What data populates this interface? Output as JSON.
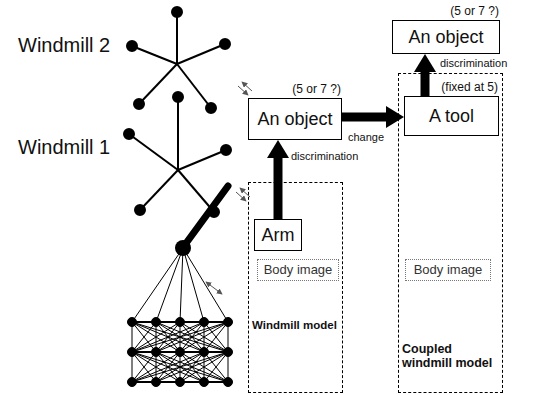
{
  "diagram": {
    "nodes": [
      {
        "text": [
          "(5 or 7 ?)",
          "An object"
        ]
      },
      {
        "text": [
          "Coupled windmill model"
        ]
      },
      {
        "text": [
          "(fixed at 5)",
          "A tool"
        ],
        "in": 1
      },
      {
        "text": [
          "(5 or 7 ?)",
          "An object"
        ]
      },
      {
        "text": [
          "Windmill model"
        ]
      },
      {
        "text": [
          "Arm"
        ],
        "in": 4
      },
      {
        "text": [
          "Body image"
        ],
        "in": 4
      },
      {
        "text": [
          "Body image"
        ],
        "in": 1
      }
    ],
    "edges": [
      {
        "from": 5,
        "to": 3,
        "arrow": "to",
        "label": "discrimination"
      },
      {
        "from": 3,
        "to": 2,
        "arrow": "to",
        "label": "change"
      },
      {
        "from": 2,
        "to": 0,
        "arrow": "to",
        "label": "discrimination"
      }
    ],
    "labels": [
      "Windmill 2",
      "Windmill 1"
    ]
  }
}
